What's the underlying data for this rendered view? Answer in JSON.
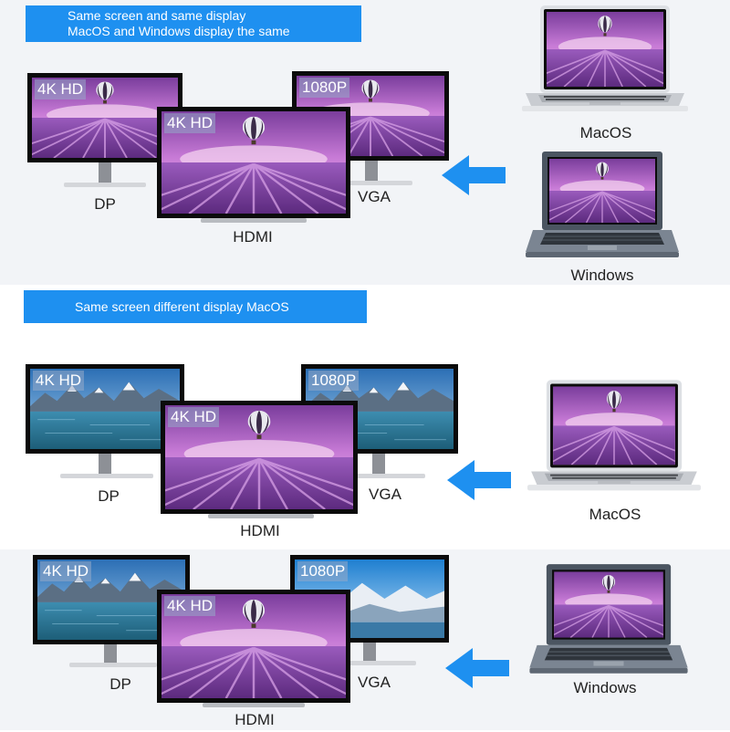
{
  "colors": {
    "banner": "#1e90f0",
    "arrow": "#1e90f0",
    "bezel": "#0b0b0b"
  },
  "panels": [
    {
      "banner": [
        "Same screen and same display",
        "MacOS and Windows display the same"
      ],
      "monitors": {
        "dp": {
          "res": "4K HD",
          "label": "DP",
          "scene": "lavender"
        },
        "vga": {
          "res": "1080P",
          "label": "VGA",
          "scene": "lavender"
        },
        "hdmi": {
          "res": "4K HD",
          "label": "HDMI",
          "scene": "lavender"
        }
      },
      "laptops": [
        {
          "label": "MacOS",
          "type": "mac"
        },
        {
          "label": "Windows",
          "type": "windows"
        }
      ]
    },
    {
      "banner": [
        "Same screen different display MacOS"
      ],
      "monitors": {
        "dp": {
          "res": "4K HD",
          "label": "DP",
          "scene": "lake"
        },
        "vga": {
          "res": "1080P",
          "label": "VGA",
          "scene": "lake"
        },
        "hdmi": {
          "res": "4K HD",
          "label": "HDMI",
          "scene": "lavender"
        }
      },
      "laptops": [
        {
          "label": "MacOS",
          "type": "mac"
        }
      ]
    },
    {
      "banner": [],
      "monitors": {
        "dp": {
          "res": "4K HD",
          "label": "DP",
          "scene": "lake"
        },
        "vga": {
          "res": "1080P",
          "label": "VGA",
          "scene": "mountain"
        },
        "hdmi": {
          "res": "4K HD",
          "label": "HDMI",
          "scene": "lavender"
        }
      },
      "laptops": [
        {
          "label": "Windows",
          "type": "windows"
        }
      ]
    }
  ]
}
